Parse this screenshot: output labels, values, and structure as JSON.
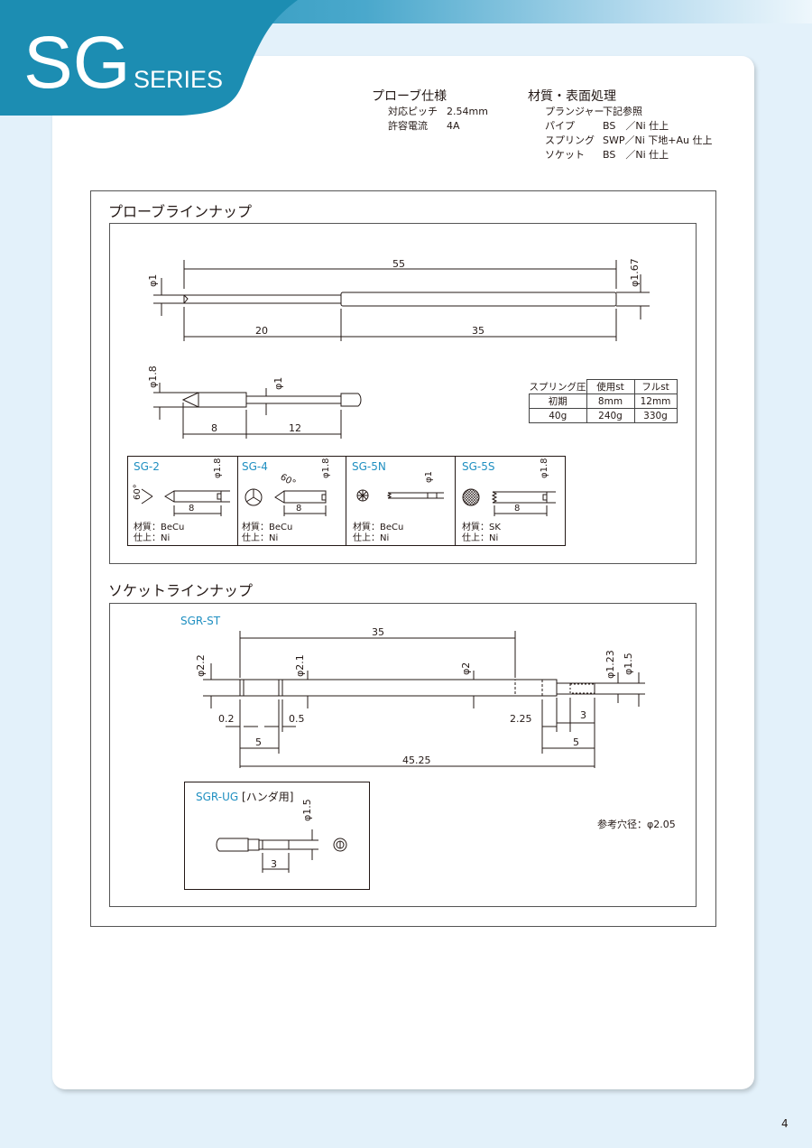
{
  "header": {
    "logo_main": "SG",
    "logo_sub": "SERIES",
    "probe_spec_title": "プローブ仕様",
    "probe_spec_rows": [
      {
        "label": "対応ピッチ",
        "value": "2.54mm"
      },
      {
        "label": "許容電流",
        "value": "4A"
      }
    ],
    "material_title": "材質・表面処理",
    "material_rows": [
      {
        "part": "プランジャー",
        "spec": "下記参照"
      },
      {
        "part": "パイプ",
        "spec": "BS　／Ni 仕上"
      },
      {
        "part": "スプリング",
        "spec": "SWP／Ni 下地+Au 仕上"
      },
      {
        "part": "ソケット",
        "spec": "BS　／Ni 仕上"
      }
    ]
  },
  "probe_lineup": {
    "title": "プローブラインナップ",
    "overall": {
      "length": "55",
      "seg_left": "20",
      "seg_right": "35",
      "dia_tip": "φ1",
      "dia_body": "φ1.67"
    },
    "plunger": {
      "dia": "φ1.8",
      "dia_shaft": "φ1",
      "len_tip": "8",
      "len_shaft": "12"
    },
    "spring_table": {
      "corner": "スプリング圧",
      "col1": "使用st",
      "col2": "フルst",
      "row1_label": "初期",
      "row1_c1": "8mm",
      "row1_c2": "12mm",
      "row2_label": "40g",
      "row2_c1": "240g",
      "row2_c2": "330g"
    },
    "types": [
      {
        "name": "SG-2",
        "dia": "φ1.8",
        "angle": "60°",
        "len": "8",
        "material": "材質：BeCu",
        "finish": "仕上：Ni"
      },
      {
        "name": "SG-4",
        "dia": "φ1.8",
        "angle": "60°",
        "len": "8",
        "material": "材質：BeCu",
        "finish": "仕上：Ni"
      },
      {
        "name": "SG-5N",
        "dia": "φ1",
        "material": "材質：BeCu",
        "finish": "仕上：Ni"
      },
      {
        "name": "SG-5S",
        "dia": "φ1.8",
        "len": "8",
        "material": "材質：SK",
        "finish": "仕上：Ni"
      }
    ]
  },
  "socket_lineup": {
    "title": "ソケットラインナップ",
    "sgr_st": {
      "name": "SGR-ST",
      "top_len": "35",
      "d22": "φ2.2",
      "d21": "φ2.1",
      "d2": "φ2",
      "d123": "φ1.23",
      "d15": "φ1.5",
      "l02": "0.2",
      "l05": "0.5",
      "l225": "2.25",
      "l3": "3",
      "l5a": "5",
      "l5b": "5",
      "total": "45.25"
    },
    "sgr_ug": {
      "name": "SGR-UG",
      "suffix": "[ハンダ用]",
      "dia": "φ1.5",
      "len": "3"
    },
    "hole_note": "参考穴径：φ2.05"
  },
  "page_number": "4",
  "colors": {
    "accent": "#1a8fb3",
    "background": "#e3f1fa"
  }
}
